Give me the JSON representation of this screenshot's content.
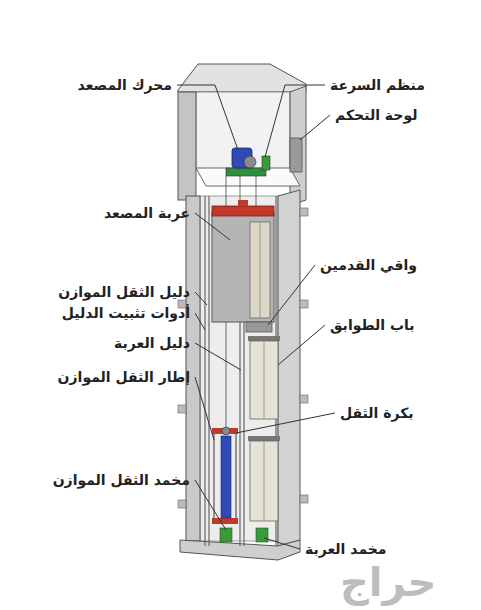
{
  "diagram": {
    "labels": [
      "محرك المصعد",
      "منظم السرعة",
      "لوحة التحكم",
      "عربة المصعد",
      "واقي القدمين",
      "دليل الثقل الموازن",
      "أدوات تثبيت الدليل",
      "باب الطوابق",
      "دليل العربة",
      "إطار الثقل الموازن",
      "بكرة الثقل",
      "مخمد الثقل الموازن",
      "مخمد العربة",
      "حراج"
    ]
  }
}
